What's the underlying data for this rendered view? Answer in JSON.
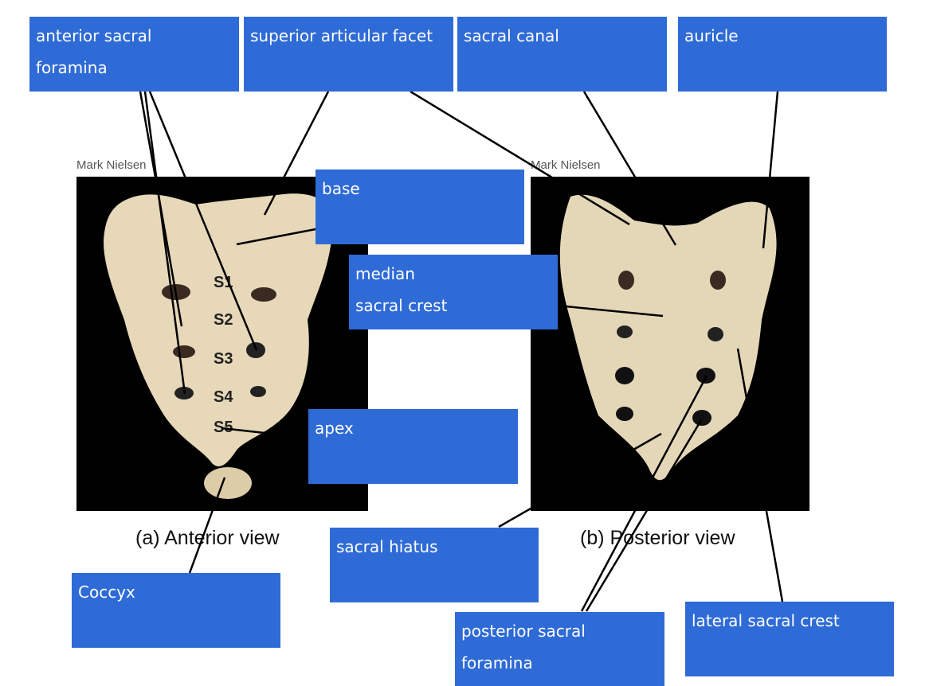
{
  "credits": {
    "left": "Mark Nielsen",
    "right": "Mark Nielsen"
  },
  "captions": {
    "anterior": "(a) Anterior view",
    "posterior": "(b) Posterior view"
  },
  "segments": [
    "S1",
    "S2",
    "S3",
    "S4",
    "S5"
  ],
  "labels": {
    "anterior_sacral_foramina": [
      "anterior sacral",
      "foramina"
    ],
    "superior_articular_facet": [
      "superior articular facet"
    ],
    "sacral_canal": [
      "sacral canal"
    ],
    "auricle": [
      "auricle"
    ],
    "base": [
      "base"
    ],
    "median_sacral_crest": [
      "median",
      "sacral crest"
    ],
    "apex": [
      "apex"
    ],
    "sacral_hiatus": [
      "sacral hiatus"
    ],
    "coccyx": [
      "Coccyx"
    ],
    "posterior_sacral_foramina": [
      "posterior sacral",
      "foramina"
    ],
    "lateral_sacral_crest": [
      "lateral sacral crest"
    ]
  },
  "colors": {
    "label_bg": "#2f6bd6",
    "bone": "#e8dcc0",
    "photo_bg": "#000000"
  }
}
